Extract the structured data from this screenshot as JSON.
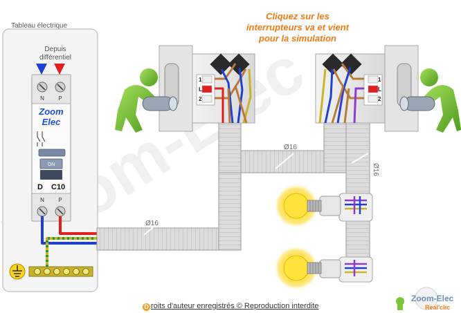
{
  "panel": {
    "title": "Tableau électrique",
    "source_line1": "Depuis",
    "source_line2": "différentiel"
  },
  "breaker": {
    "brand_line1": "Zoom",
    "brand_line2": "Elec",
    "on_label": "ON",
    "curve": "D",
    "rating": "C10",
    "top_terminals": [
      "N",
      "P"
    ],
    "bottom_terminals": [
      "N",
      "P"
    ]
  },
  "instructions": {
    "line1": "Cliquez sur les",
    "line2": "interrupteurs va et vient",
    "line3": "pour la simulation"
  },
  "switch_left": {
    "terminals": [
      "1",
      "L",
      "2"
    ]
  },
  "switch_right": {
    "terminals": [
      "1",
      "L",
      "2"
    ]
  },
  "conduits": {
    "panel_to_switch": "Ø16",
    "switch_to_switch": "Ø16",
    "switch_to_lamps": "Ø16"
  },
  "footer": {
    "copyright_initial": "D",
    "copyright_rest": "roits d'auteur enregistrés © Reproduction interdite"
  },
  "logo": {
    "line1": "Zoom-Elec",
    "line2": "Real'clic"
  },
  "watermark": "Zoom-Elec",
  "colors": {
    "neutral_wire": "#1f3fd6",
    "phase_wire": "#e0201c",
    "earth_wire": "#c9b32a",
    "traveler_wire": "#b87a3a",
    "return_wire": "#8e3bd0",
    "accent_text": "#f07a12",
    "figure_green": "#7cc43a"
  },
  "icons": [
    "earth-symbol-icon",
    "bulb-icon",
    "person-icon",
    "arrow-down-icon"
  ]
}
